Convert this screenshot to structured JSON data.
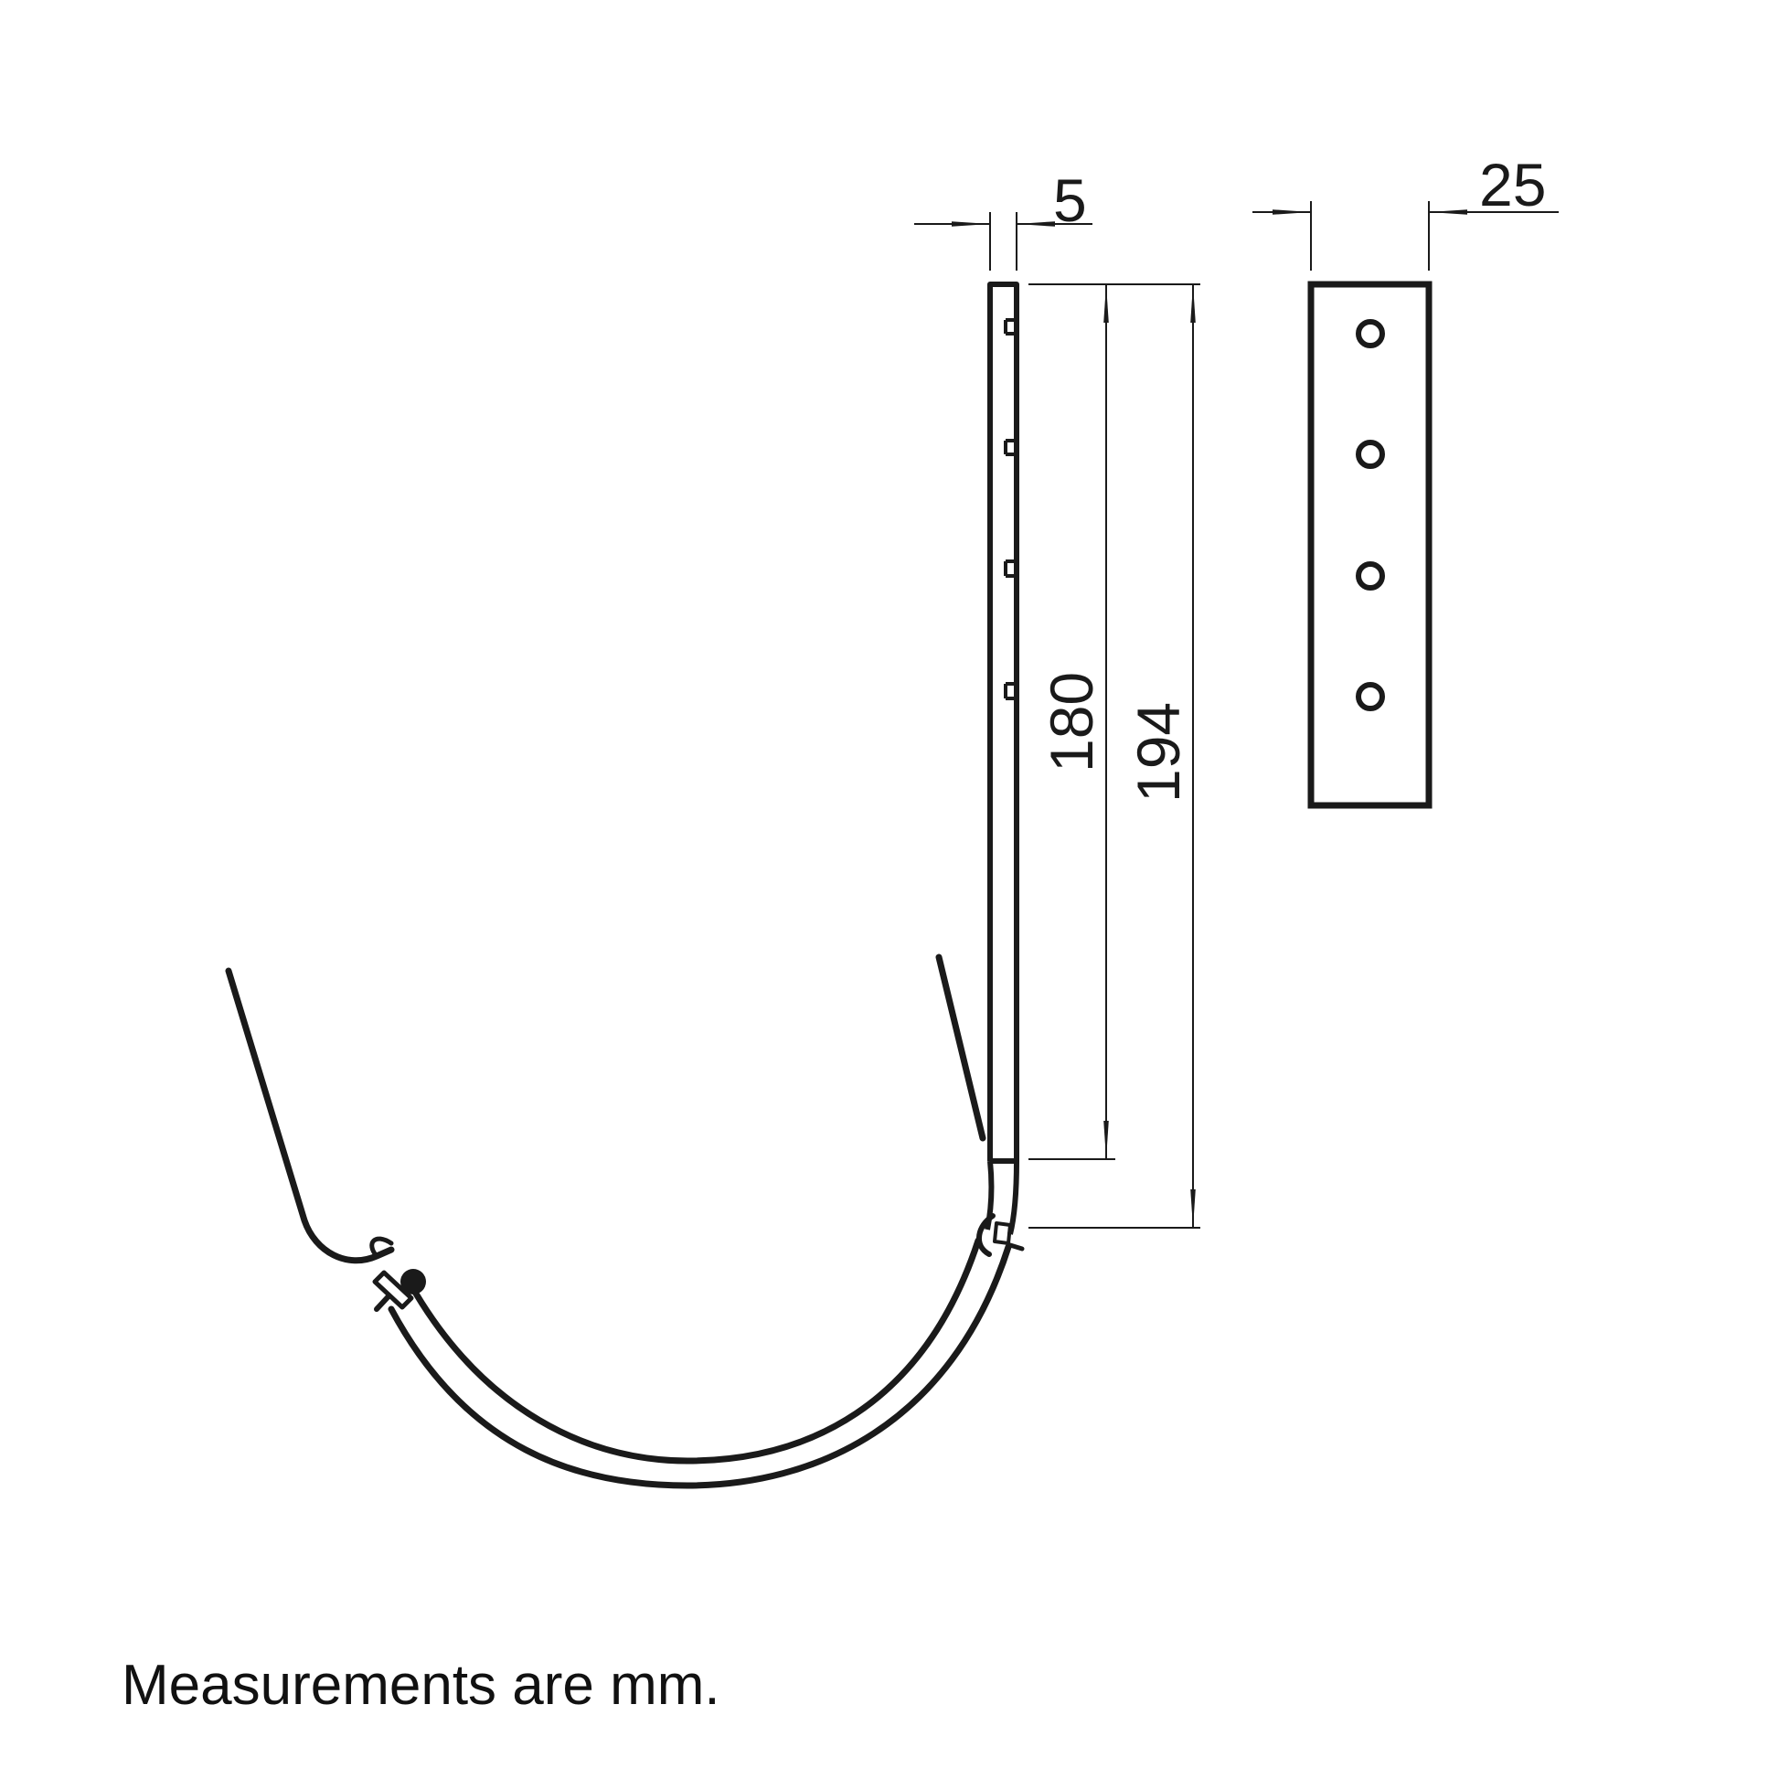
{
  "dimensions": {
    "strap_thickness": "5",
    "inner_height": "180",
    "overall_height": "194",
    "strap_width": "25"
  },
  "note": "Measurements are mm.",
  "colors": {
    "line": "#1a1a1a",
    "background": "#ffffff"
  }
}
